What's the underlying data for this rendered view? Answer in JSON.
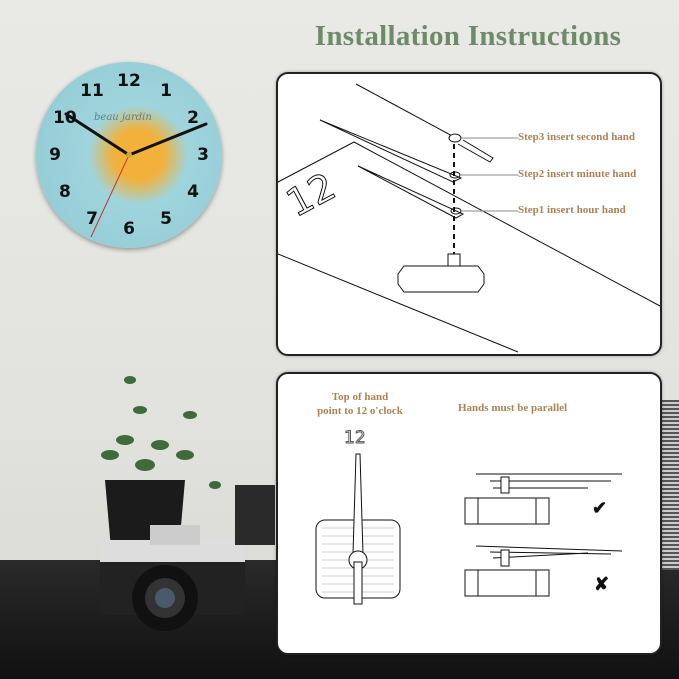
{
  "title": "Installation Instructions",
  "step_labels": [
    "Step3 insert second hand",
    "Step2 insert minute hand",
    "Step1 insert hour hand"
  ],
  "diagram1_number": "12",
  "panel2": {
    "left_heading_line1": "Top of hand",
    "left_heading_line2": "point to 12 o'clock",
    "right_heading": "Hands must be parallel",
    "dial_number": "12",
    "correct_mark": "✔",
    "wrong_mark": "✘"
  },
  "clock": {
    "numerals": [
      "12",
      "1",
      "2",
      "3",
      "4",
      "5",
      "6",
      "7",
      "8",
      "9",
      "10",
      "11"
    ],
    "face_text": "beau jardin"
  },
  "colors": {
    "title": "#6f8a6b",
    "labels": "#a98356"
  }
}
